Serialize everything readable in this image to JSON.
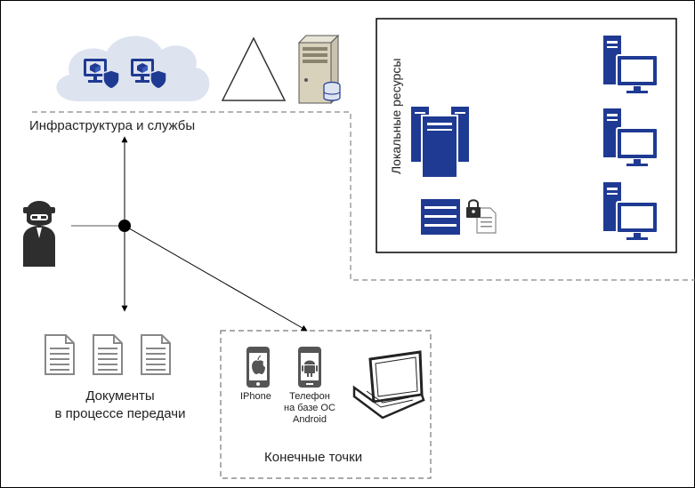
{
  "labels": {
    "infrastructure": "Инфраструктура и службы",
    "documents_line1": "Документы",
    "documents_line2": "в процессе передачи",
    "endpoints": "Конечные точки",
    "iphone": "IPhone",
    "android_line1": "Телефон",
    "android_line2": "на базе ОС",
    "android_line3": "Android",
    "local_resources": "Локальные ресурсы"
  },
  "icons": {
    "cloud": "cloud-icon",
    "virtual_machine": "virtual-machine-shield-icon",
    "triangle": "triangle-icon",
    "server": "server-database-icon",
    "attacker": "hacker-icon",
    "document": "document-icon",
    "iphone": "iphone-icon",
    "android": "android-phone-icon",
    "laptop": "laptop-icon",
    "workstation": "workstation-icon",
    "server_rack": "server-rack-icon",
    "locked_storage": "locked-storage-icon"
  },
  "colors": {
    "accent_blue": "#1f3a93",
    "cloud_fill": "#dde3ef",
    "doc_gray": "#888888",
    "dashed": "#777777"
  }
}
